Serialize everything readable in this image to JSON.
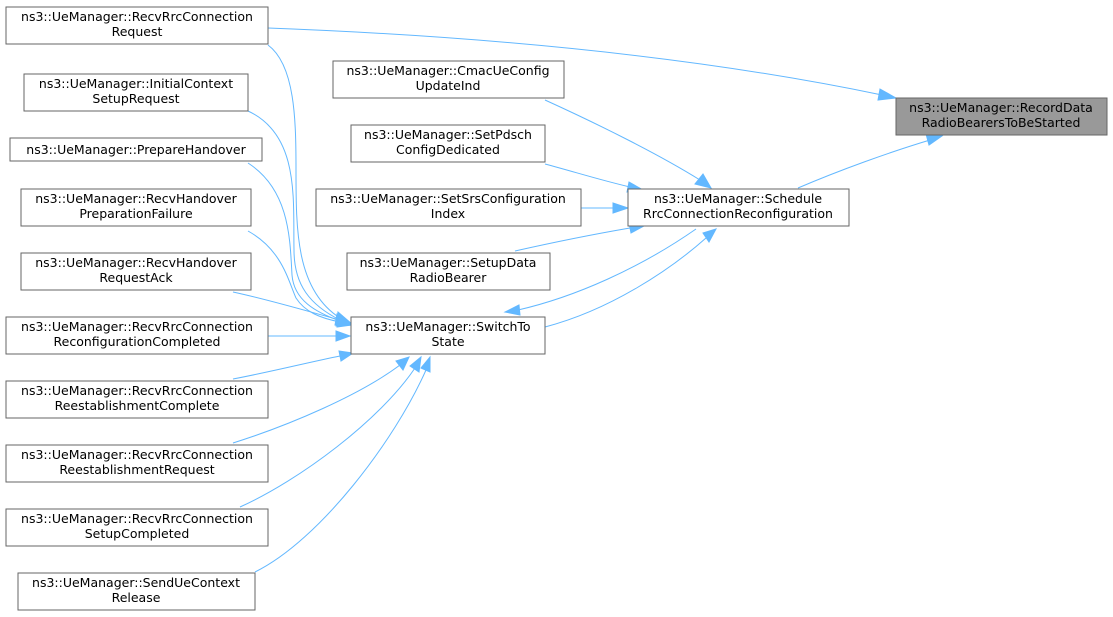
{
  "nodes": {
    "record": {
      "line1": "ns3::UeManager::RecordData",
      "line2": "RadioBearersToBeStarted"
    },
    "recvRrcReq": {
      "line1": "ns3::UeManager::RecvRrcConnection",
      "line2": "Request"
    },
    "cmacUeConfig": {
      "line1": "ns3::UeManager::CmacUeConfig",
      "line2": "UpdateInd"
    },
    "initialCtx": {
      "line1": "ns3::UeManager::InitialContext",
      "line2": "SetupRequest"
    },
    "setPdsch": {
      "line1": "ns3::UeManager::SetPdsch",
      "line2": "ConfigDedicated"
    },
    "prepareHo": {
      "line1": "ns3::UeManager::PrepareHandover",
      "line2": ""
    },
    "schedule": {
      "line1": "ns3::UeManager::Schedule",
      "line2": "RrcConnectionReconfiguration"
    },
    "recvHoPrepFail": {
      "line1": "ns3::UeManager::RecvHandover",
      "line2": "PreparationFailure"
    },
    "setSrs": {
      "line1": "ns3::UeManager::SetSrsConfiguration",
      "line2": "Index"
    },
    "recvHoReqAck": {
      "line1": "ns3::UeManager::RecvHandover",
      "line2": "RequestAck"
    },
    "setupData": {
      "line1": "ns3::UeManager::SetupData",
      "line2": "RadioBearer"
    },
    "recvRrcReconfCompl": {
      "line1": "ns3::UeManager::RecvRrcConnection",
      "line2": "ReconfigurationCompleted"
    },
    "switchTo": {
      "line1": "ns3::UeManager::SwitchTo",
      "line2": "State"
    },
    "recvRrcReestCompl": {
      "line1": "ns3::UeManager::RecvRrcConnection",
      "line2": "ReestablishmentComplete"
    },
    "recvRrcReestReq": {
      "line1": "ns3::UeManager::RecvRrcConnection",
      "line2": "ReestablishmentRequest"
    },
    "recvRrcSetupCompl": {
      "line1": "ns3::UeManager::RecvRrcConnection",
      "line2": "SetupCompleted"
    },
    "sendUeCtxRel": {
      "line1": "ns3::UeManager::SendUeContext",
      "line2": "Release"
    }
  },
  "edges": [
    {
      "from": "recvRrcReq",
      "to": "record"
    },
    {
      "from": "schedule",
      "to": "record"
    },
    {
      "from": "cmacUeConfig",
      "to": "schedule"
    },
    {
      "from": "setPdsch",
      "to": "schedule"
    },
    {
      "from": "setSrs",
      "to": "schedule"
    },
    {
      "from": "setupData",
      "to": "schedule"
    },
    {
      "from": "switchTo",
      "to": "schedule"
    },
    {
      "from": "schedule",
      "to": "switchTo"
    },
    {
      "from": "recvRrcReq",
      "to": "switchTo"
    },
    {
      "from": "initialCtx",
      "to": "switchTo"
    },
    {
      "from": "prepareHo",
      "to": "switchTo"
    },
    {
      "from": "recvHoPrepFail",
      "to": "switchTo"
    },
    {
      "from": "recvHoReqAck",
      "to": "switchTo"
    },
    {
      "from": "recvRrcReconfCompl",
      "to": "switchTo"
    },
    {
      "from": "recvRrcReestCompl",
      "to": "switchTo"
    },
    {
      "from": "recvRrcReestReq",
      "to": "switchTo"
    },
    {
      "from": "recvRrcSetupCompl",
      "to": "switchTo"
    },
    {
      "from": "sendUeCtxRel",
      "to": "switchTo"
    }
  ],
  "colors": {
    "edge": "#63b8ff",
    "node_border": "#666666",
    "node_fill": "#ffffff",
    "highlight_fill": "#999999"
  }
}
